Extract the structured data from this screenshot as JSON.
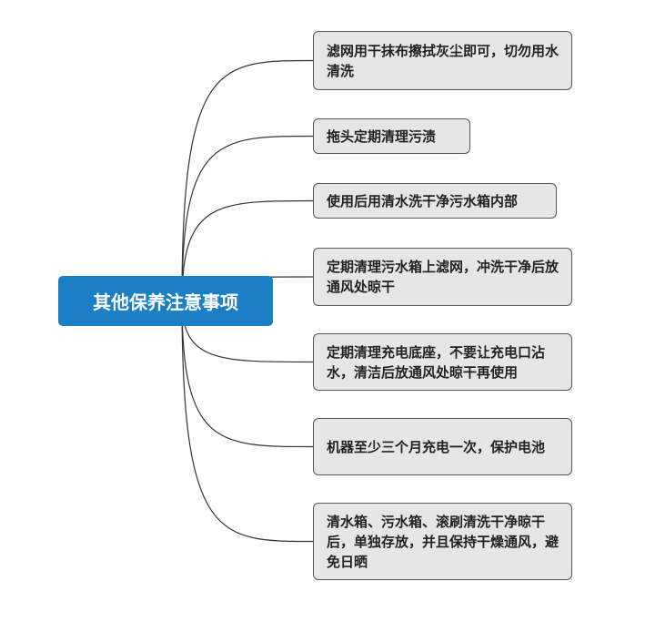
{
  "root": {
    "label": "其他保养注意事项",
    "color": "#1a7fc4"
  },
  "children": [
    {
      "label": "滤网用干抹布擦拭灰尘即可，切勿用水清洗"
    },
    {
      "label": "拖头定期清理污渍"
    },
    {
      "label": "使用后用清水洗干净污水箱内部"
    },
    {
      "label": "定期清理污水箱上滤网，冲洗干净后放通风处晾干"
    },
    {
      "label": "定期清理充电底座，不要让充电口沾水，清洁后放通风处晾干再使用"
    },
    {
      "label": "机器至少三个月充电一次，保护电池"
    },
    {
      "label": "清水箱、污水箱、滚刷清洗干净晾干后，单独存放，并且保持干燥通风，避免日晒"
    }
  ]
}
